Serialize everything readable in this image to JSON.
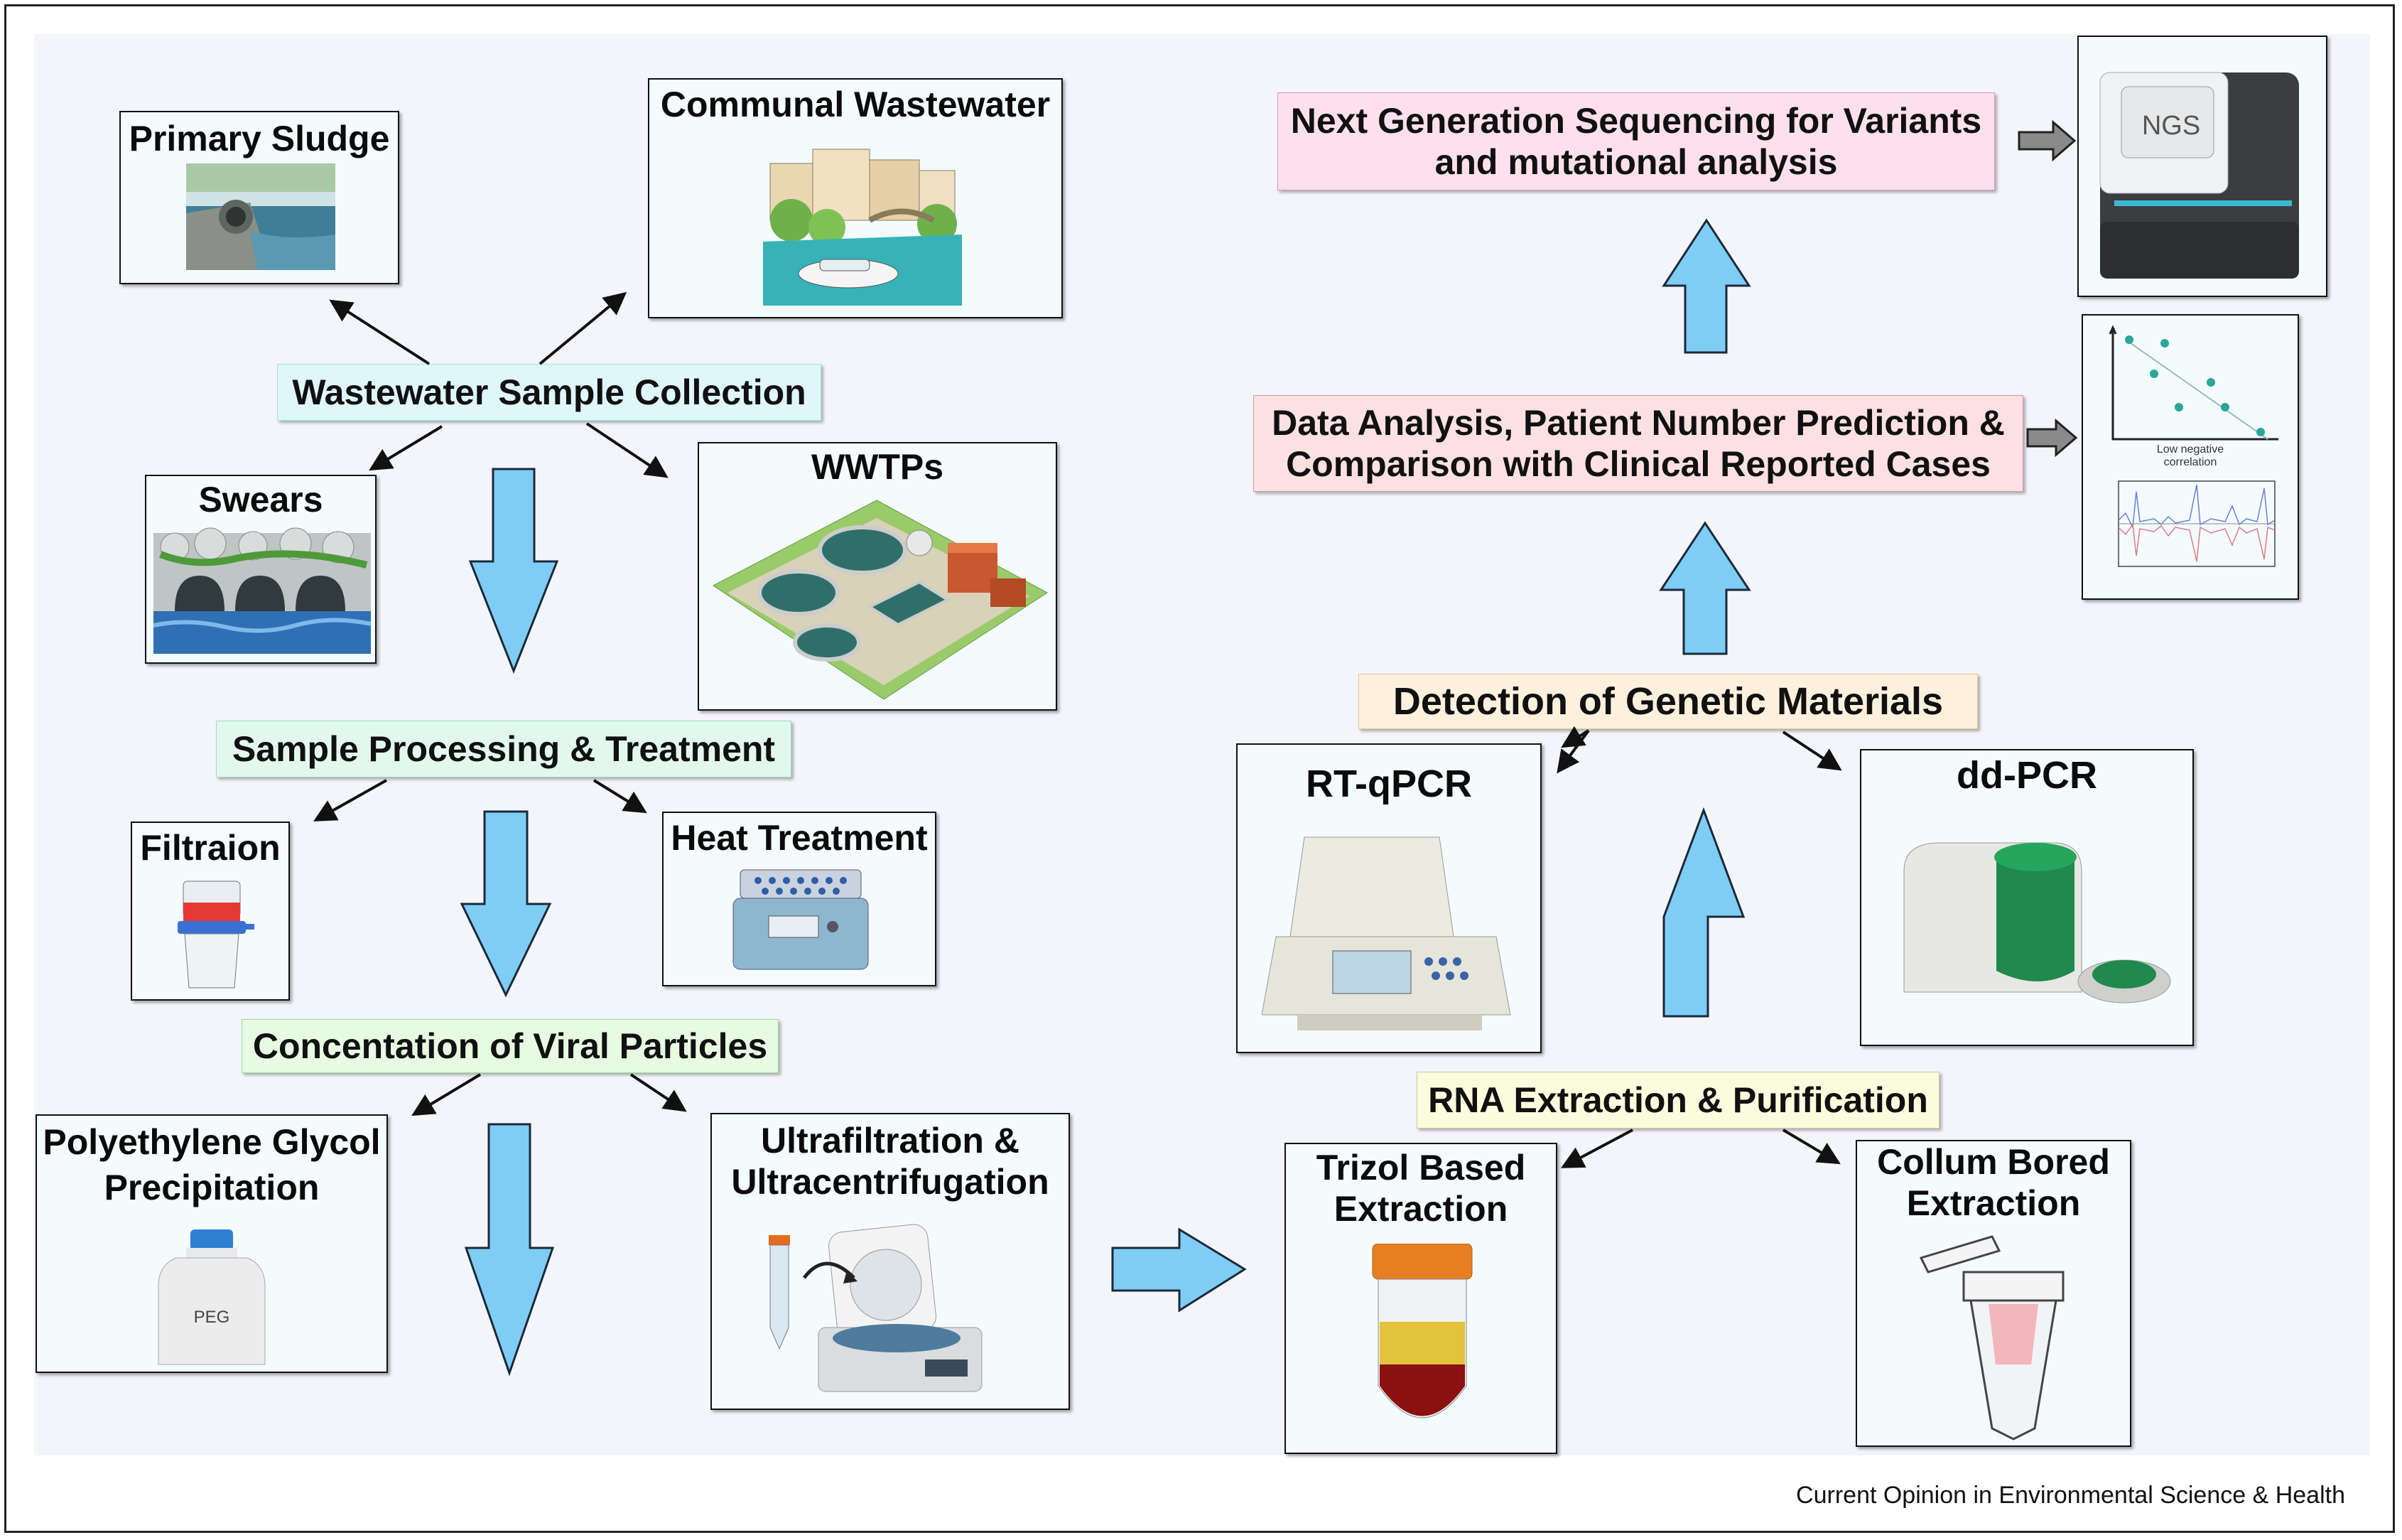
{
  "stages": {
    "collection": "Wastewater Sample Collection",
    "processing": "Sample Processing & Treatment",
    "concentration": "Concentation of Viral Particles",
    "extraction": "RNA Extraction & Purification",
    "detection": "Detection of Genetic Materials",
    "analysis_line1": "Data Analysis, Patient Number Prediction  &",
    "analysis_line2": "Comparison with Clinical Reported Cases",
    "ngs_line1": "Next Generation Sequencing for Variants",
    "ngs_line2": "and mutational analysis"
  },
  "sources": {
    "primary_sludge": "Primary Sludge",
    "communal": "Communal Wastewater",
    "swears": "Swears",
    "wwtps": "WWTPs"
  },
  "treatments": {
    "filtration": "Filtraion",
    "heat": "Heat Treatment"
  },
  "concentration_methods": {
    "peg_line1": "Polyethylene Glycol",
    "peg_line2": "Precipitation",
    "peg_bottle": "PEG",
    "ultra_line1": "Ultrafiltration &",
    "ultra_line2": "Ultracentrifugation"
  },
  "extraction_methods": {
    "trizol_line1": "Trizol  Based",
    "trizol_line2": "Extraction",
    "column_line1": "Collum Bored",
    "column_line2": "Extraction"
  },
  "detection_methods": {
    "rtqpcr": "RT-qPCR",
    "ddpcr": "dd-PCR"
  },
  "ngs_device": "NGS",
  "correlation_label_line1": "Low negative",
  "correlation_label_line2": "correlation",
  "footer": "Current Opinion in Environmental Science & Health",
  "colors": {
    "collection_bg": "#dff6fb",
    "processing_bg": "#e2f8ee",
    "concentration_bg": "#e6fbe2",
    "extraction_bg": "#fbfbdd",
    "detection_bg": "#fdf1dd",
    "analysis_bg": "#fde0e2",
    "ngs_bg": "#fde0ec",
    "arrow_fill": "#7fcdf5"
  }
}
